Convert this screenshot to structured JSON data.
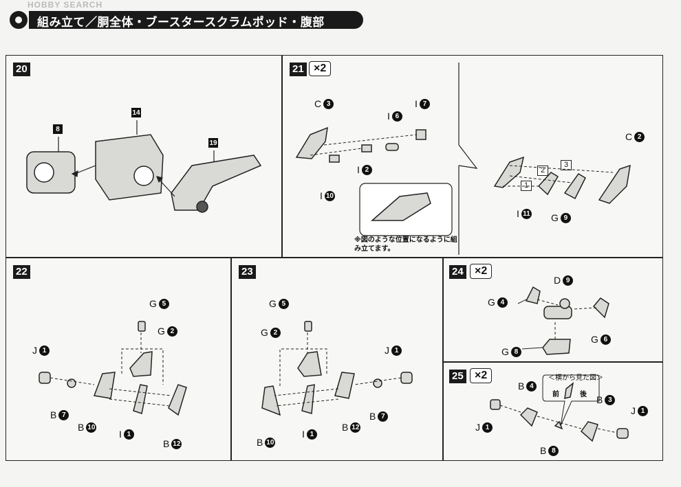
{
  "watermark": "HOBBY SEARCH",
  "header": {
    "title": "組み立て／胴全体・ブースタースクラムポッド・腹部"
  },
  "steps": {
    "s20": {
      "num": "20",
      "labels": {
        "a": "8",
        "b": "14",
        "c": "19"
      }
    },
    "s21": {
      "num": "21",
      "mult": "×2",
      "labels": {
        "c3": "C",
        "c3n": "3",
        "i6": "I",
        "i6n": "6",
        "i7": "I",
        "i7n": "7",
        "i2": "I",
        "i2n": "2",
        "i10": "I",
        "i10n": "10",
        "c2": "C",
        "c2n": "2",
        "i11": "I",
        "i11n": "11",
        "g9": "G",
        "g9n": "9",
        "b1": "1",
        "b2": "2",
        "b3": "3"
      },
      "note": "※図のような位置になるように組み立てます。"
    },
    "s22": {
      "num": "22",
      "labels": {
        "g5": "G",
        "g5n": "5",
        "g2": "G",
        "g2n": "2",
        "j1": "J",
        "j1n": "1",
        "b7": "B",
        "b7n": "7",
        "b10": "B",
        "b10n": "10",
        "i1": "I",
        "i1n": "1",
        "b12": "B",
        "b12n": "12"
      }
    },
    "s23": {
      "num": "23",
      "labels": {
        "g5": "G",
        "g5n": "5",
        "g2": "G",
        "g2n": "2",
        "j1": "J",
        "j1n": "1",
        "b7": "B",
        "b7n": "7",
        "b10": "B",
        "b10n": "10",
        "i1": "I",
        "i1n": "1",
        "b12": "B",
        "b12n": "12"
      }
    },
    "s24": {
      "num": "24",
      "mult": "×2",
      "labels": {
        "d9": "D",
        "d9n": "9",
        "g4": "G",
        "g4n": "4",
        "g6": "G",
        "g6n": "6",
        "g8": "G",
        "g8n": "8"
      }
    },
    "s25": {
      "num": "25",
      "mult": "×2",
      "side_note": "＜横から見た図＞",
      "front": "前",
      "back": "後",
      "labels": {
        "b4": "B",
        "b4n": "4",
        "b3": "B",
        "b3n": "3",
        "j1a": "J",
        "j1an": "1",
        "j1b": "J",
        "j1bn": "1",
        "b8": "B",
        "b8n": "8"
      }
    }
  }
}
